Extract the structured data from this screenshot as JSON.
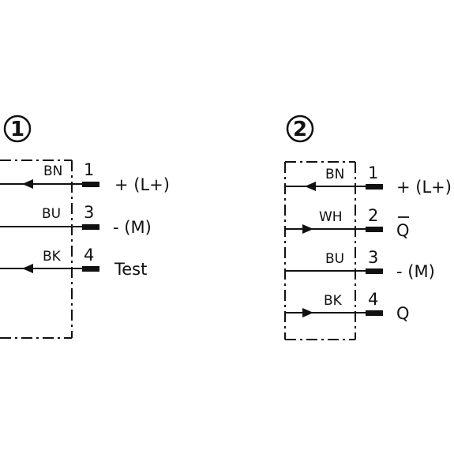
{
  "diagrams": [
    {
      "badge": "1",
      "pins": [
        {
          "color_code": "BN",
          "number": "1",
          "signal": "+ (L+)",
          "arrow": "left"
        },
        {
          "color_code": "BU",
          "number": "3",
          "signal": "- (M)",
          "arrow": "none"
        },
        {
          "color_code": "BK",
          "number": "4",
          "signal": "Test",
          "arrow": "left"
        }
      ]
    },
    {
      "badge": "2",
      "pins": [
        {
          "color_code": "BN",
          "number": "1",
          "signal": "+ (L+)",
          "arrow": "left"
        },
        {
          "color_code": "WH",
          "number": "2",
          "signal": "Q",
          "overline": true,
          "arrow": "right"
        },
        {
          "color_code": "BU",
          "number": "3",
          "signal": "- (M)",
          "arrow": "none"
        },
        {
          "color_code": "BK",
          "number": "4",
          "signal": "Q",
          "arrow": "right"
        }
      ]
    }
  ]
}
